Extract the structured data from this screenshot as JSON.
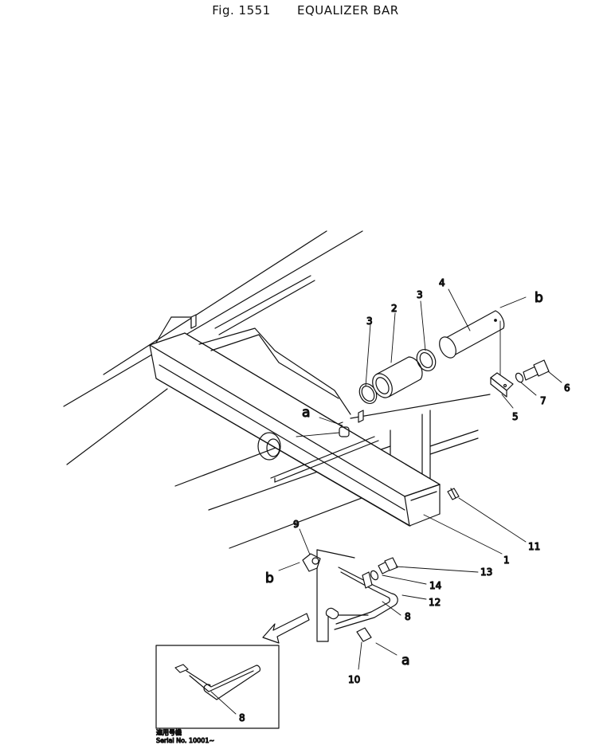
{
  "header": {
    "fig_label": "Fig. 1551",
    "title": "EQUALIZER BAR"
  },
  "callouts": [
    "1",
    "2",
    "3",
    "3",
    "4",
    "5",
    "6",
    "7",
    "8",
    "8",
    "9",
    "10",
    "11",
    "12",
    "13",
    "14"
  ],
  "markers": {
    "a_top": "a",
    "a_bottom": "a",
    "b_top": "b",
    "b_bottom": "b"
  },
  "inset": {
    "part_callout": "8",
    "applicable_label": "適用号機",
    "serial": "Serial No. 10001~"
  }
}
